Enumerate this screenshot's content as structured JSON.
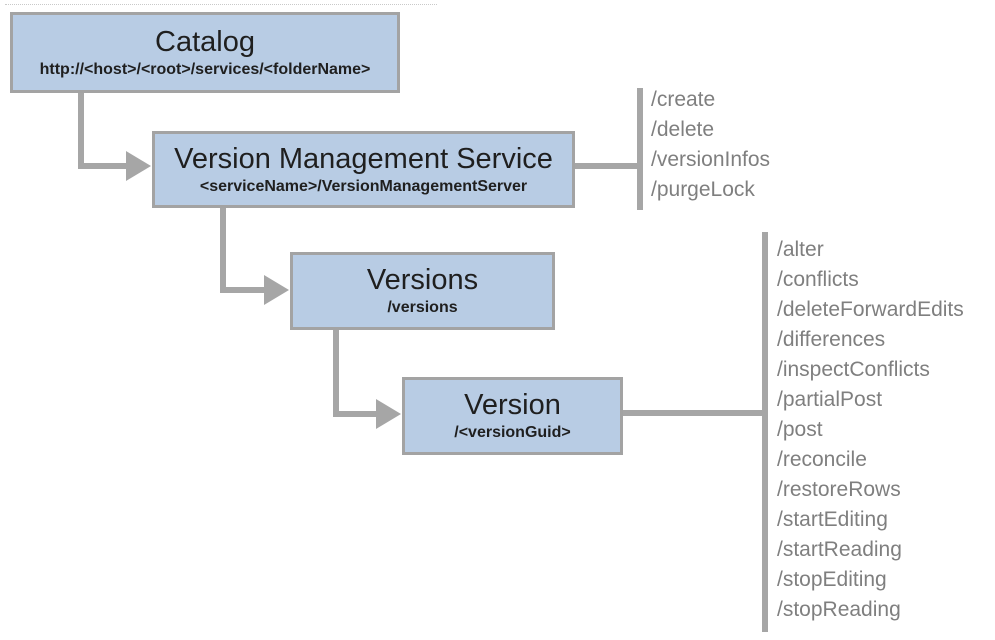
{
  "diagram": {
    "nodes": [
      {
        "id": "catalog",
        "title": "Catalog",
        "subtitle": "http://<host>/<root>/services/<folderName>"
      },
      {
        "id": "vms",
        "title": "Version Management Service",
        "subtitle": "<serviceName>/VersionManagementServer"
      },
      {
        "id": "versions",
        "title": "Versions",
        "subtitle": "/versions"
      },
      {
        "id": "version",
        "title": "Version",
        "subtitle": "/<versionGuid>"
      }
    ],
    "operation_groups": [
      {
        "for_node": "vms",
        "operations": [
          "/create",
          "/delete",
          "/versionInfos",
          "/purgeLock"
        ]
      },
      {
        "for_node": "version",
        "operations": [
          "/alter",
          "/conflicts",
          "/deleteForwardEdits",
          "/differences",
          "/inspectConflicts",
          "/partialPost",
          "/post",
          "/reconcile",
          "/restoreRows",
          "/startEditing",
          "/startReading",
          "/stopEditing",
          "/stopReading"
        ]
      }
    ],
    "colors": {
      "node_fill": "#b8cce4",
      "node_border": "#a3a3a3",
      "connector": "#a6a6a6",
      "operations_text": "#7f7f7f",
      "node_text": "#1f1f1f",
      "background": "#ffffff"
    }
  }
}
